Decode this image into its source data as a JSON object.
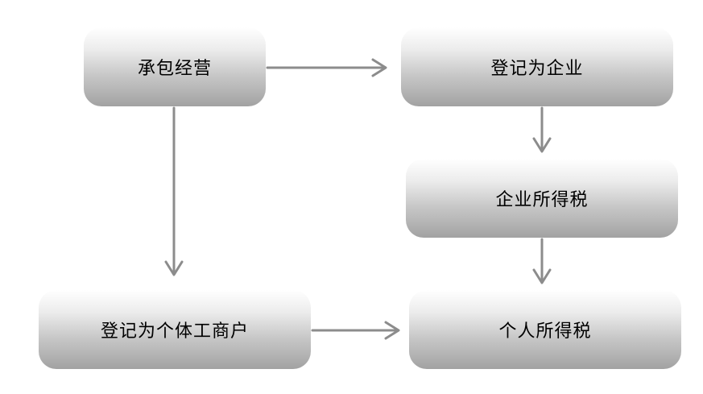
{
  "nodes": {
    "contract": {
      "label": "承包经营"
    },
    "register_enterprise": {
      "label": "登记为企业"
    },
    "enterprise_income_tax": {
      "label": "企业所得税"
    },
    "register_individual": {
      "label": "登记为个体工商户"
    },
    "personal_income_tax": {
      "label": "个人所得税"
    }
  },
  "colors": {
    "arrow": "#8c8c8c",
    "box_top": "#ffffff",
    "box_bottom": "#a2a2a2"
  }
}
